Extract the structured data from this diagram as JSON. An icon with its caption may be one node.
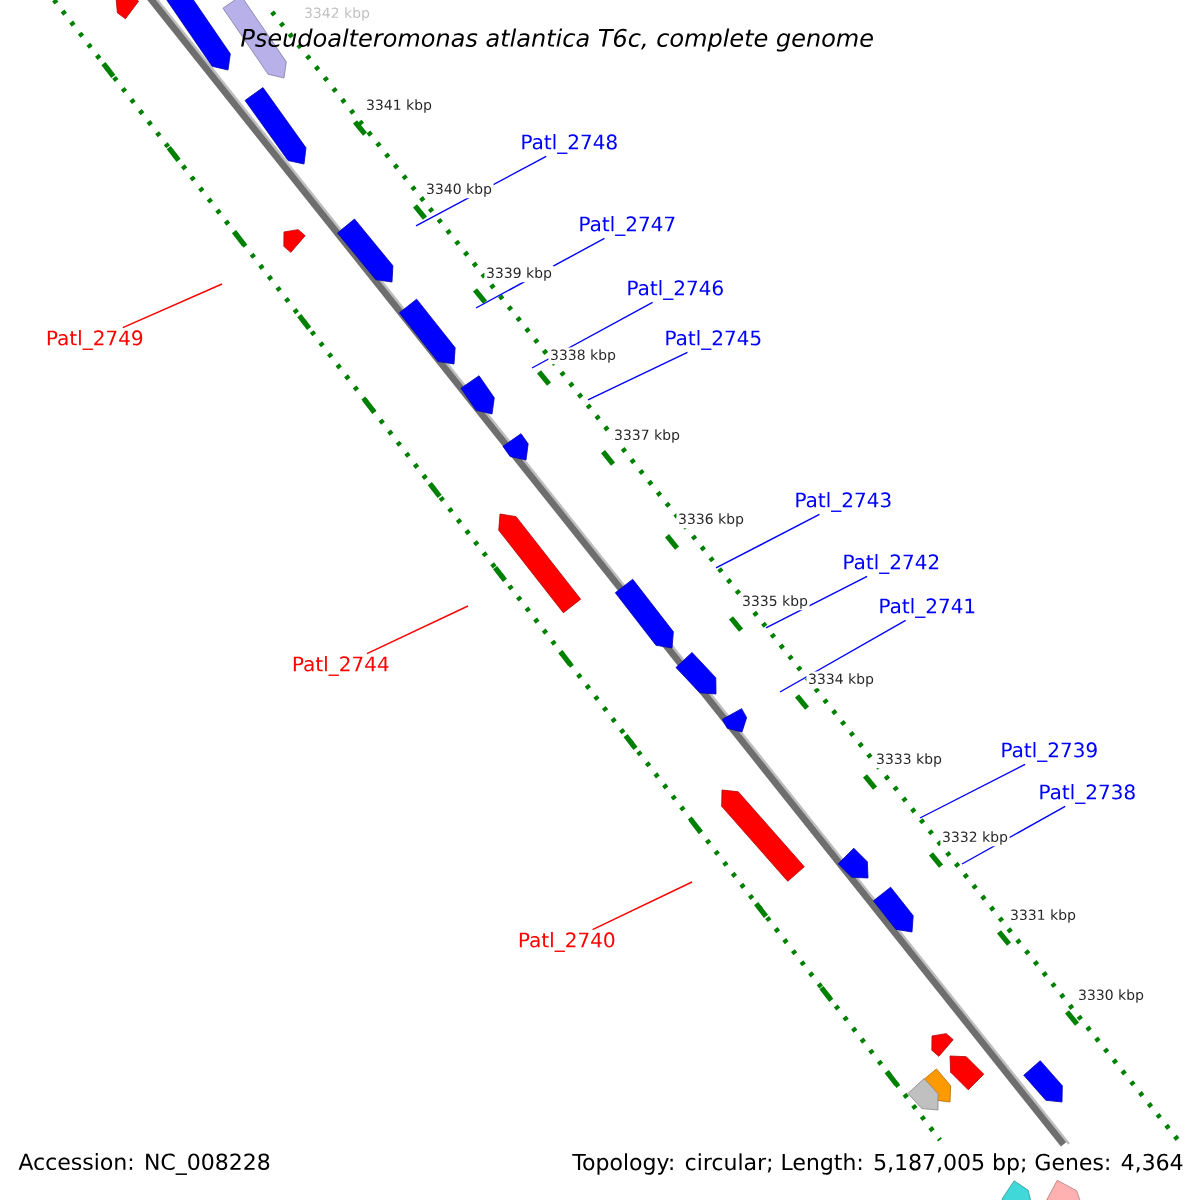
{
  "diagram": {
    "title": "Pseudoalteromonas atlantica T6c, complete genome",
    "nodes": [
      {
        "text": [
          "Patl_2748"
        ]
      },
      {
        "text": [
          "Patl_2747"
        ]
      },
      {
        "text": [
          "Patl_2746"
        ]
      },
      {
        "text": [
          "Patl_2749"
        ]
      },
      {
        "text": [
          "Patl_2745"
        ]
      },
      {
        "text": [
          "Patl_2743"
        ]
      },
      {
        "text": [
          "Patl_2742"
        ]
      },
      {
        "text": [
          "Patl_2741"
        ]
      },
      {
        "text": [
          "Patl_2744"
        ]
      },
      {
        "text": [
          "Patl_2739"
        ]
      },
      {
        "text": [
          "Patl_2738"
        ]
      },
      {
        "text": [
          "Patl_2740"
        ]
      }
    ],
    "edges": [
      {
        "from": 0,
        "to": null,
        "arrow": "none"
      },
      {
        "from": 1,
        "to": null,
        "arrow": "none"
      },
      {
        "from": 2,
        "to": null,
        "arrow": "none"
      },
      {
        "from": 3,
        "to": null,
        "arrow": "none",
        "color": "#ff0000"
      },
      {
        "from": 4,
        "to": null,
        "arrow": "none"
      },
      {
        "from": 5,
        "to": null,
        "arrow": "none"
      },
      {
        "from": 6,
        "to": null,
        "arrow": "none"
      },
      {
        "from": 7,
        "to": null,
        "arrow": "none"
      },
      {
        "from": 8,
        "to": null,
        "arrow": "none",
        "color": "#ff0000"
      },
      {
        "from": 9,
        "to": null,
        "arrow": "none"
      },
      {
        "from": 10,
        "to": null,
        "arrow": "none"
      },
      {
        "from": 11,
        "to": null,
        "arrow": "none",
        "color": "#ff0000"
      }
    ],
    "labels": [
      "3342 kbp",
      "3341 kbp",
      "3340 kbp",
      "3339 kbp",
      "3338 kbp",
      "3337 kbp",
      "3336 kbp",
      "3335 kbp",
      "3334 kbp",
      "3333 kbp",
      "3332 kbp",
      "3331 kbp",
      "3330 kbp",
      "Accession: NC_008228",
      "Topology: circular; Length: 5,187,005 bp; Genes: 4,364"
    ]
  }
}
